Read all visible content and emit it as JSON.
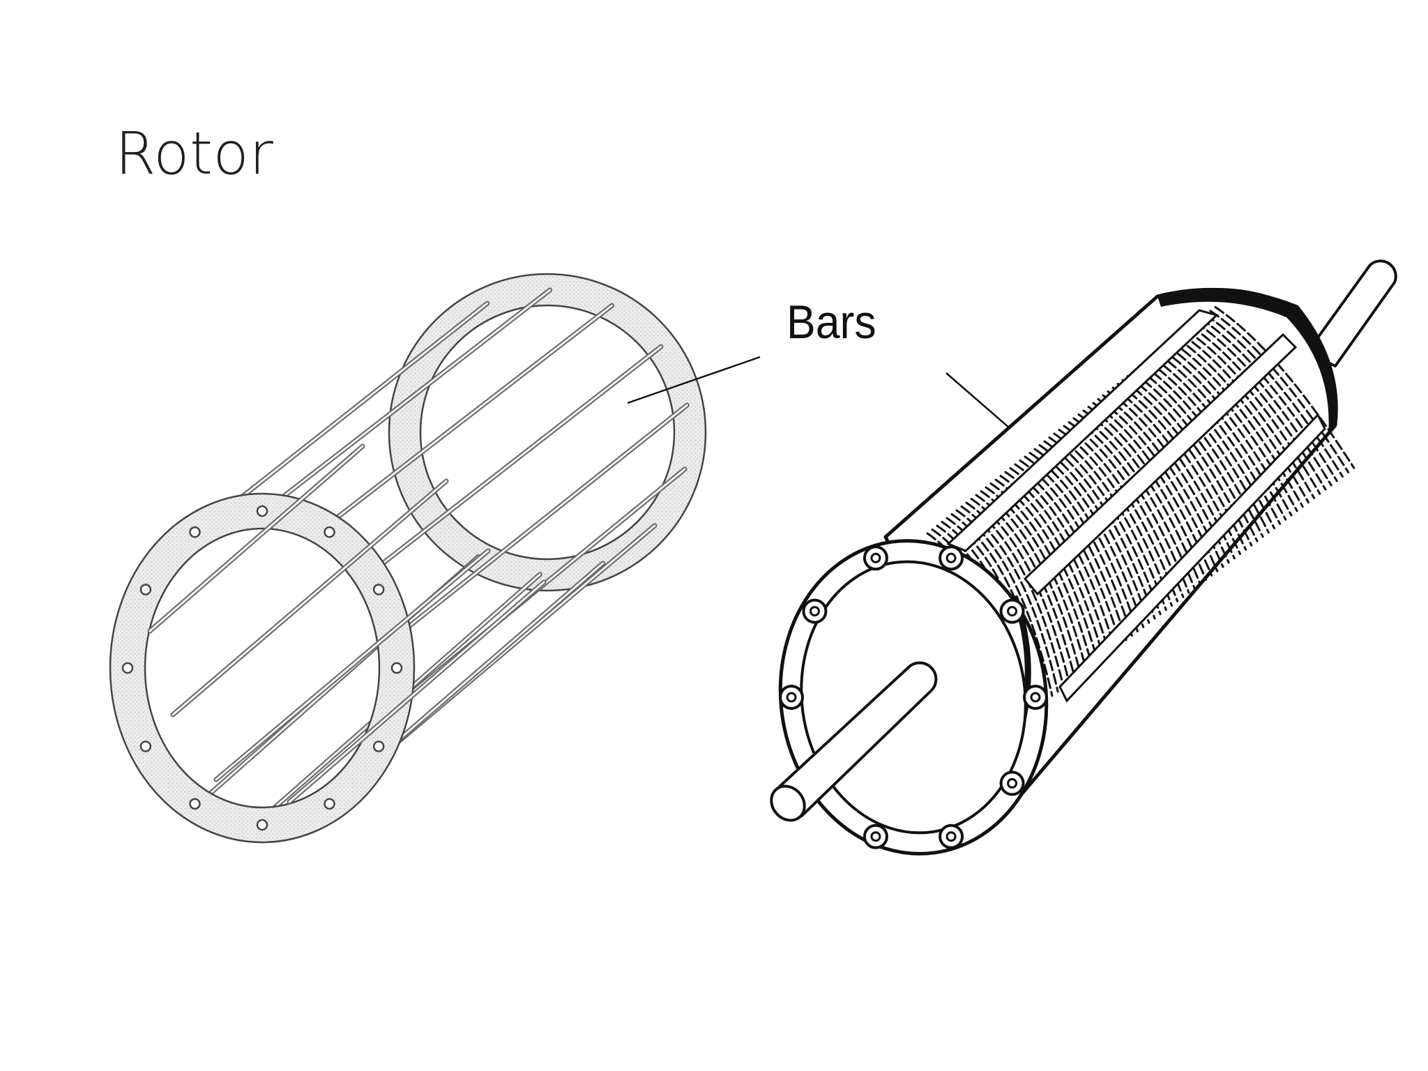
{
  "slide": {
    "title": "Rotor"
  },
  "figure": {
    "callout_label": "Bars",
    "left_drawing": "squirrel-cage-bars",
    "right_drawing": "laminated-rotor-with-shaft"
  },
  "colors": {
    "ring_fill": "#e9e9e9",
    "line": "#111111",
    "bar_stroke": "#555555",
    "background": "#ffffff"
  }
}
